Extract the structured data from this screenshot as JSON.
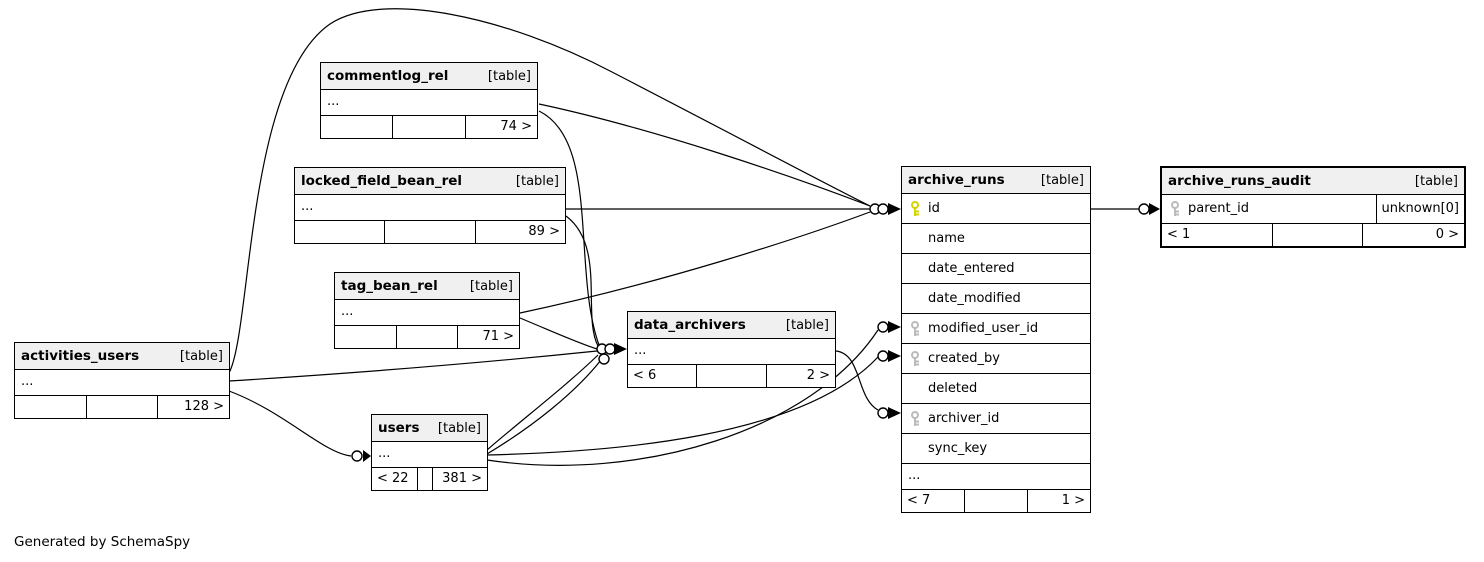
{
  "diagram": {
    "footer_note": "Generated by SchemaSpy",
    "colors": {
      "primary_key": "#d4d400",
      "foreign_key": "#bbbbbb",
      "line": "#000000",
      "header_bg": "#f0f0f0"
    },
    "tables": [
      {
        "name": "commentlog_rel",
        "type_label": "[table]",
        "ellipsis": "...",
        "footer": {
          "left": "",
          "mid": "",
          "right": "74 >"
        }
      },
      {
        "name": "locked_field_bean_rel",
        "type_label": "[table]",
        "ellipsis": "...",
        "footer": {
          "left": "",
          "mid": "",
          "right": "89 >"
        }
      },
      {
        "name": "tag_bean_rel",
        "type_label": "[table]",
        "ellipsis": "...",
        "footer": {
          "left": "",
          "mid": "",
          "right": "71 >"
        }
      },
      {
        "name": "activities_users",
        "type_label": "[table]",
        "ellipsis": "...",
        "footer": {
          "left": "",
          "mid": "",
          "right": "128 >"
        }
      },
      {
        "name": "users",
        "type_label": "[table]",
        "ellipsis": "...",
        "footer": {
          "left": "< 22",
          "mid": "",
          "right": "381 >"
        }
      },
      {
        "name": "data_archivers",
        "type_label": "[table]",
        "ellipsis": "...",
        "footer": {
          "left": "< 6",
          "mid": "",
          "right": "2 >"
        }
      },
      {
        "name": "archive_runs",
        "type_label": "[table]",
        "ellipsis": "...",
        "columns": [
          {
            "name": "id",
            "key": "primary"
          },
          {
            "name": "name",
            "key": "none"
          },
          {
            "name": "date_entered",
            "key": "none"
          },
          {
            "name": "date_modified",
            "key": "none"
          },
          {
            "name": "modified_user_id",
            "key": "foreign"
          },
          {
            "name": "created_by",
            "key": "foreign"
          },
          {
            "name": "deleted",
            "key": "none"
          },
          {
            "name": "archiver_id",
            "key": "foreign"
          },
          {
            "name": "sync_key",
            "key": "none"
          }
        ],
        "footer": {
          "left": "< 7",
          "mid": "",
          "right": "1 >"
        }
      },
      {
        "name": "archive_runs_audit",
        "type_label": "[table]",
        "columns": [
          {
            "name": "parent_id",
            "key": "foreign",
            "type": "unknown[0]"
          }
        ],
        "footer": {
          "left": "< 1",
          "mid": "",
          "right": "0 >"
        }
      }
    ]
  }
}
